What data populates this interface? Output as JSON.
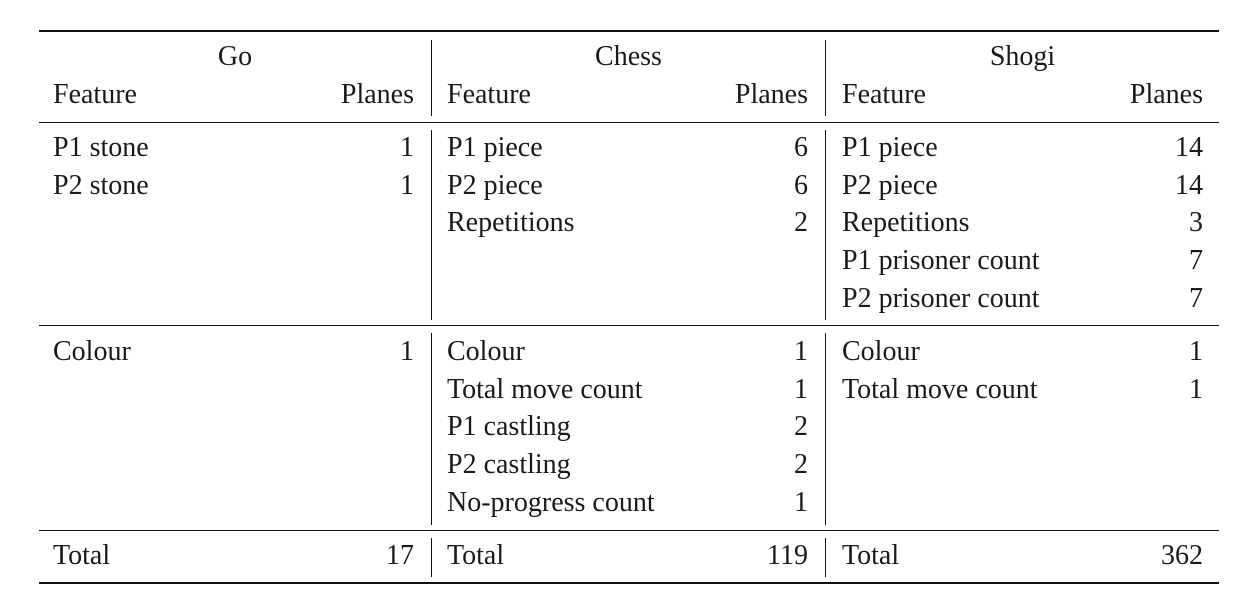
{
  "games": [
    {
      "name": "Go",
      "feature_header": "Feature",
      "planes_header": "Planes",
      "board_features": [
        {
          "feature": "P1 stone",
          "planes": "1"
        },
        {
          "feature": "P2 stone",
          "planes": "1"
        }
      ],
      "meta_features": [
        {
          "feature": "Colour",
          "planes": "1"
        }
      ],
      "total": {
        "label": "Total",
        "planes": "17"
      }
    },
    {
      "name": "Chess",
      "feature_header": "Feature",
      "planes_header": "Planes",
      "board_features": [
        {
          "feature": "P1 piece",
          "planes": "6"
        },
        {
          "feature": "P2 piece",
          "planes": "6"
        },
        {
          "feature": "Repetitions",
          "planes": "2"
        }
      ],
      "meta_features": [
        {
          "feature": "Colour",
          "planes": "1"
        },
        {
          "feature": "Total move count",
          "planes": "1"
        },
        {
          "feature": "P1 castling",
          "planes": "2"
        },
        {
          "feature": "P2 castling",
          "planes": "2"
        },
        {
          "feature": "No-progress count",
          "planes": "1"
        }
      ],
      "total": {
        "label": "Total",
        "planes": "119"
      }
    },
    {
      "name": "Shogi",
      "feature_header": "Feature",
      "planes_header": "Planes",
      "board_features": [
        {
          "feature": "P1 piece",
          "planes": "14"
        },
        {
          "feature": "P2 piece",
          "planes": "14"
        },
        {
          "feature": "Repetitions",
          "planes": "3"
        },
        {
          "feature": "P1 prisoner count",
          "planes": "7"
        },
        {
          "feature": "P2 prisoner count",
          "planes": "7"
        }
      ],
      "meta_features": [
        {
          "feature": "Colour",
          "planes": "1"
        },
        {
          "feature": "Total move count",
          "planes": "1"
        }
      ],
      "total": {
        "label": "Total",
        "planes": "362"
      }
    }
  ]
}
